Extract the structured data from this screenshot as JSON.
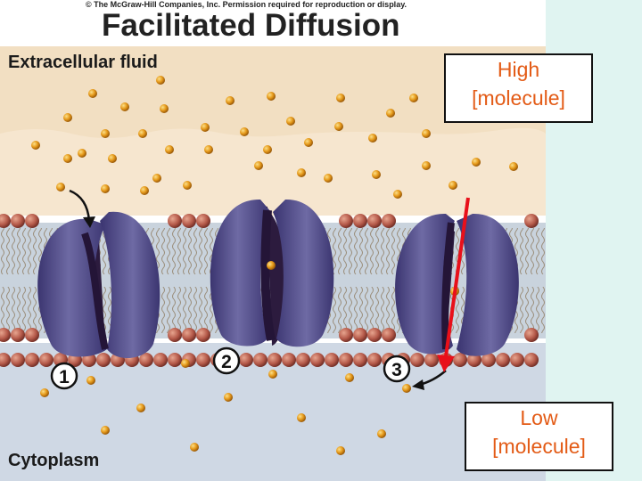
{
  "header": {
    "copyright": "© The McGraw-Hill Companies, Inc. Permission required for reproduction or display.",
    "title": "Facilitated Diffusion"
  },
  "regions": {
    "extracellular": "Extracellular fluid",
    "cytoplasm": "Cytoplasm"
  },
  "concentration": {
    "high_line1": "High",
    "high_line2": "[molecule]",
    "low_line1": "Low",
    "low_line2": "[molecule]"
  },
  "steps": [
    "1",
    "2",
    "3"
  ],
  "colors": {
    "extracellular": "#f2dfc2",
    "cytoplasm": "#cdd7e3",
    "protein": "#5b568f",
    "protein_dark": "#2e1d42",
    "phospholipid_head": "#b55a4a",
    "molecule": "#e79b1c",
    "arrow": "#e8101a",
    "label_text": "#e35b16"
  },
  "icons": {
    "step_marker": "circled-number",
    "direction_arrow": "red-arrow"
  }
}
